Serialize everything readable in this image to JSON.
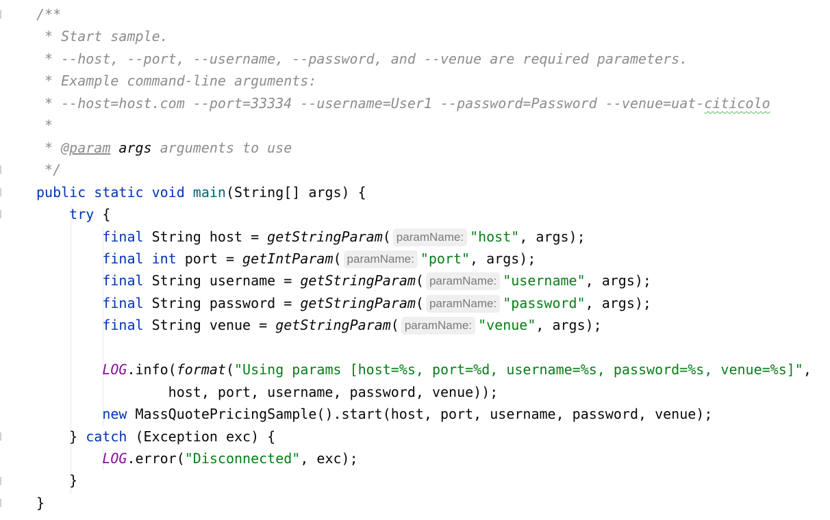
{
  "editor": {
    "colors": {
      "keyword": "#0033b3",
      "comment": "#8c8c8c",
      "string": "#067d17",
      "static_field": "#871094",
      "method_decl": "#00627a"
    },
    "lines": [
      [
        {
          "t": "/**",
          "c": "c"
        }
      ],
      [
        {
          "t": " * Start sample.",
          "c": "c"
        }
      ],
      [
        {
          "t": " * --host, --port, --username, --password, and --venue are required parameters.",
          "c": "c"
        }
      ],
      [
        {
          "t": " * Example command-line arguments:",
          "c": "c"
        }
      ],
      [
        {
          "t": " * --host=host.com --port=33334 --username=User1 --password=Password --venue=uat-",
          "c": "c"
        },
        {
          "t": "citicolo",
          "c": "sq"
        }
      ],
      [
        {
          "t": " *",
          "c": "c"
        }
      ],
      [
        {
          "t": " * ",
          "c": "c"
        },
        {
          "t": "@param",
          "c": "tag"
        },
        {
          "t": " ",
          "c": "c"
        },
        {
          "t": "args",
          "c": "ca"
        },
        {
          "t": " arguments to use",
          "c": "c"
        }
      ],
      [
        {
          "t": " */",
          "c": "c"
        }
      ],
      [
        {
          "t": "public static void ",
          "c": "k"
        },
        {
          "t": "main",
          "c": "m"
        },
        {
          "t": "(String[] args) {",
          "c": "p"
        }
      ],
      [
        {
          "t": "    ",
          "c": "p"
        },
        {
          "t": "try",
          "c": "k"
        },
        {
          "t": " {",
          "c": "p"
        }
      ],
      [
        {
          "t": "        ",
          "c": "p"
        },
        {
          "t": "final",
          "c": "k"
        },
        {
          "t": " String host = ",
          "c": "p"
        },
        {
          "t": "getStringParam",
          "c": "f"
        },
        {
          "t": "(",
          "c": "p"
        },
        {
          "t": "paramName:",
          "c": "h"
        },
        {
          "t": "\"host\"",
          "c": "s"
        },
        {
          "t": ", args);",
          "c": "p"
        }
      ],
      [
        {
          "t": "        ",
          "c": "p"
        },
        {
          "t": "final int",
          "c": "k"
        },
        {
          "t": " port = ",
          "c": "p"
        },
        {
          "t": "getIntParam",
          "c": "f"
        },
        {
          "t": "(",
          "c": "p"
        },
        {
          "t": "paramName:",
          "c": "h"
        },
        {
          "t": "\"port\"",
          "c": "s"
        },
        {
          "t": ", args);",
          "c": "p"
        }
      ],
      [
        {
          "t": "        ",
          "c": "p"
        },
        {
          "t": "final",
          "c": "k"
        },
        {
          "t": " String username = ",
          "c": "p"
        },
        {
          "t": "getStringParam",
          "c": "f"
        },
        {
          "t": "(",
          "c": "p"
        },
        {
          "t": "paramName:",
          "c": "h"
        },
        {
          "t": "\"username\"",
          "c": "s"
        },
        {
          "t": ", args);",
          "c": "p"
        }
      ],
      [
        {
          "t": "        ",
          "c": "p"
        },
        {
          "t": "final",
          "c": "k"
        },
        {
          "t": " String password = ",
          "c": "p"
        },
        {
          "t": "getStringParam",
          "c": "f"
        },
        {
          "t": "(",
          "c": "p"
        },
        {
          "t": "paramName:",
          "c": "h"
        },
        {
          "t": "\"password\"",
          "c": "s"
        },
        {
          "t": ", args);",
          "c": "p"
        }
      ],
      [
        {
          "t": "        ",
          "c": "p"
        },
        {
          "t": "final",
          "c": "k"
        },
        {
          "t": " String venue = ",
          "c": "p"
        },
        {
          "t": "getStringParam",
          "c": "f"
        },
        {
          "t": "(",
          "c": "p"
        },
        {
          "t": "paramName:",
          "c": "h"
        },
        {
          "t": "\"venue\"",
          "c": "s"
        },
        {
          "t": ", args);",
          "c": "p"
        }
      ],
      [],
      [
        {
          "t": "        ",
          "c": "p"
        },
        {
          "t": "LOG",
          "c": "l"
        },
        {
          "t": ".info(",
          "c": "p"
        },
        {
          "t": "format",
          "c": "f"
        },
        {
          "t": "(",
          "c": "p"
        },
        {
          "t": "\"Using params [host=%s, port=%d, username=%s, password=%s, venue=%s]\"",
          "c": "s"
        },
        {
          "t": ",",
          "c": "p"
        }
      ],
      [
        {
          "t": "                host, port, username, password, venue));",
          "c": "p"
        }
      ],
      [
        {
          "t": "        ",
          "c": "p"
        },
        {
          "t": "new",
          "c": "k"
        },
        {
          "t": " MassQuotePricingSample().start(host, port, username, password, venue);",
          "c": "p"
        }
      ],
      [
        {
          "t": "    } ",
          "c": "p"
        },
        {
          "t": "catch",
          "c": "k"
        },
        {
          "t": " (Exception exc) {",
          "c": "p"
        }
      ],
      [
        {
          "t": "        ",
          "c": "p"
        },
        {
          "t": "LOG",
          "c": "l"
        },
        {
          "t": ".error(",
          "c": "p"
        },
        {
          "t": "\"Disconnected\"",
          "c": "s"
        },
        {
          "t": ", exc);",
          "c": "p"
        }
      ],
      [
        {
          "t": "    }",
          "c": "p"
        }
      ],
      [
        {
          "t": "}",
          "c": "p"
        }
      ]
    ]
  }
}
